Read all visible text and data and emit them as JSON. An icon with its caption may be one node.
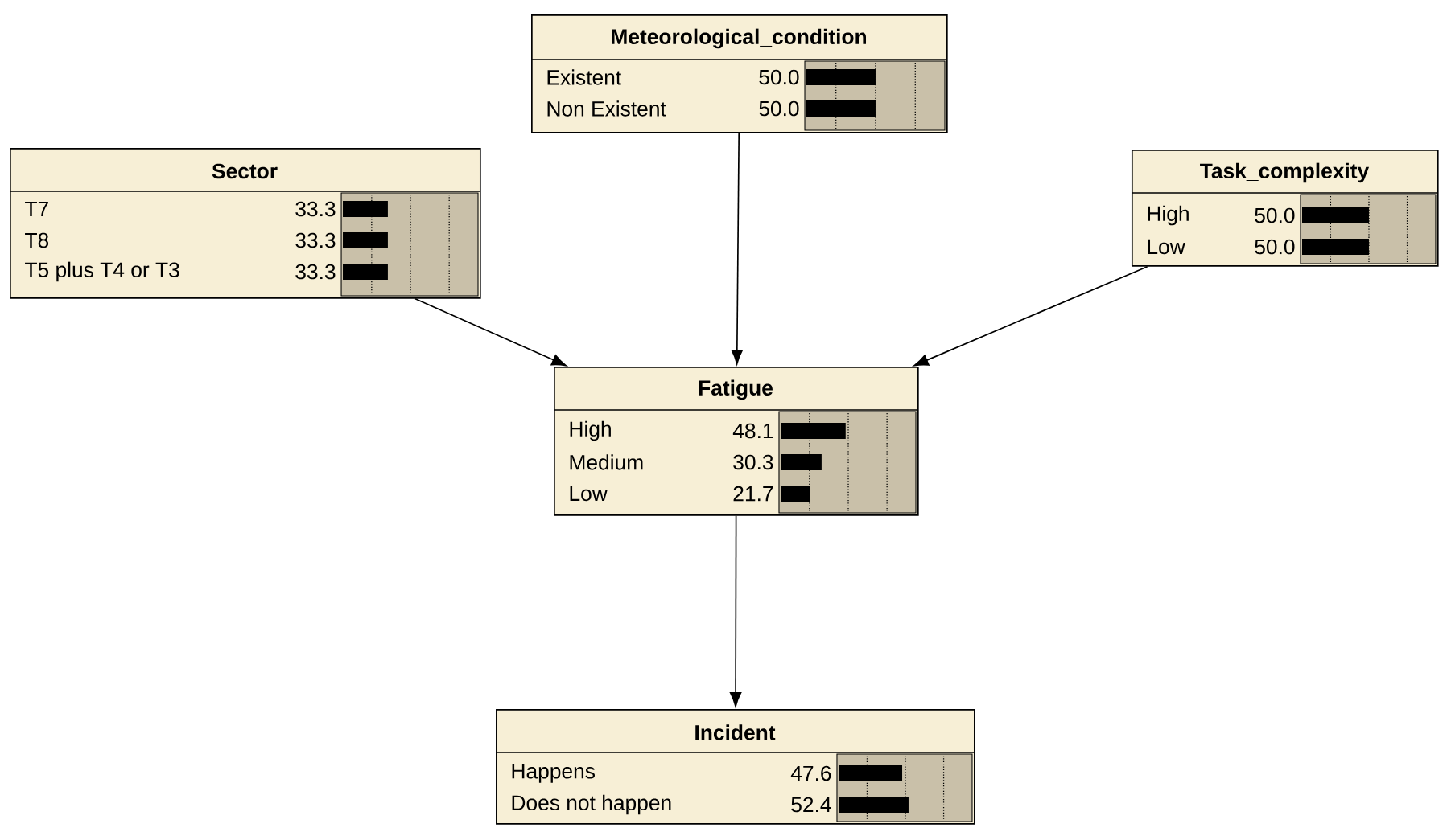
{
  "diagram": {
    "nodes": [
      {
        "text": [
          "Meteorological_condition",
          "Existent",
          "50.0",
          "Non Existent",
          "50.0"
        ]
      },
      {
        "text": [
          "Sector",
          "T7",
          "33.3",
          "T8",
          "33.3",
          "T5 plus T4 or T3",
          "33.3"
        ]
      },
      {
        "text": [
          "Task_complexity",
          "High",
          "50.0",
          "Low",
          "50.0"
        ]
      },
      {
        "text": [
          "Fatigue",
          "High",
          "48.1",
          "Medium",
          "30.3",
          "Low",
          "21.7"
        ]
      },
      {
        "text": [
          "Incident",
          "Happens",
          "47.6",
          "Does not happen",
          "52.4"
        ]
      }
    ],
    "edges": [
      {
        "from": 1,
        "to": 3,
        "arrow": "to"
      },
      {
        "from": 0,
        "to": 3,
        "arrow": "to"
      },
      {
        "from": 2,
        "to": 3,
        "arrow": "to"
      },
      {
        "from": 3,
        "to": 4,
        "arrow": "to"
      }
    ]
  }
}
